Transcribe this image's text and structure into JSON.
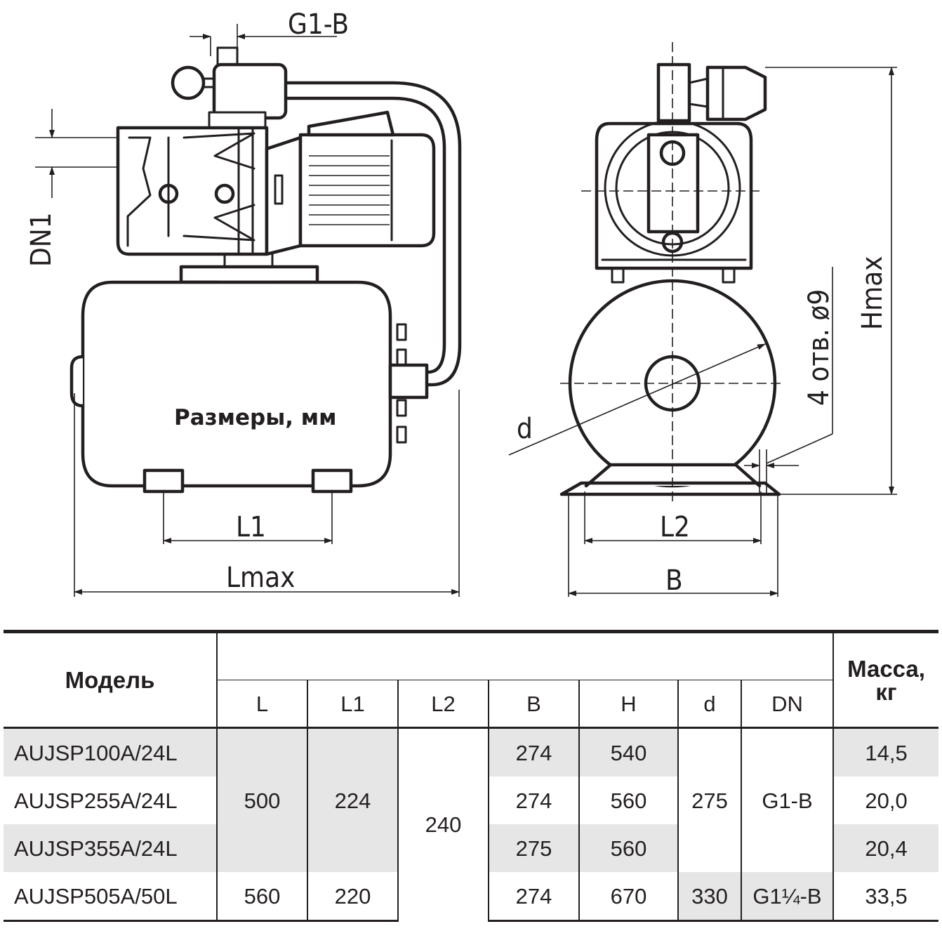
{
  "diagram": {
    "labels": {
      "g1b": "G1-B",
      "dn1": "DN1",
      "l1": "L1",
      "lmax": "Lmax",
      "l2": "L2",
      "b": "B",
      "d": "d",
      "hmax": "Hmax",
      "holes": "4 отв. ø9",
      "caption": "Размеры, мм"
    }
  },
  "table": {
    "header_model": "Модель",
    "header_mass_line1": "Масса,",
    "header_mass_line2": "кг",
    "columns": [
      "L",
      "L1",
      "L2",
      "B",
      "H",
      "d",
      "DN"
    ],
    "models": [
      "AUJSP100A/24L",
      "AUJSP255A/24L",
      "AUJSP355A/24L",
      "AUJSP505A/50L"
    ],
    "L_group": "500",
    "L_last": "560",
    "L1_group": "224",
    "L1_last": "220",
    "L2_all": "240",
    "B": [
      "274",
      "274",
      "275",
      "274"
    ],
    "H": [
      "540",
      "560",
      "560",
      "670"
    ],
    "d_group": "275",
    "d_last": "330",
    "DN_group": "G1-B",
    "DN_last": "G1¼-B",
    "mass": [
      "14,5",
      "20,0",
      "20,4",
      "33,5"
    ]
  }
}
